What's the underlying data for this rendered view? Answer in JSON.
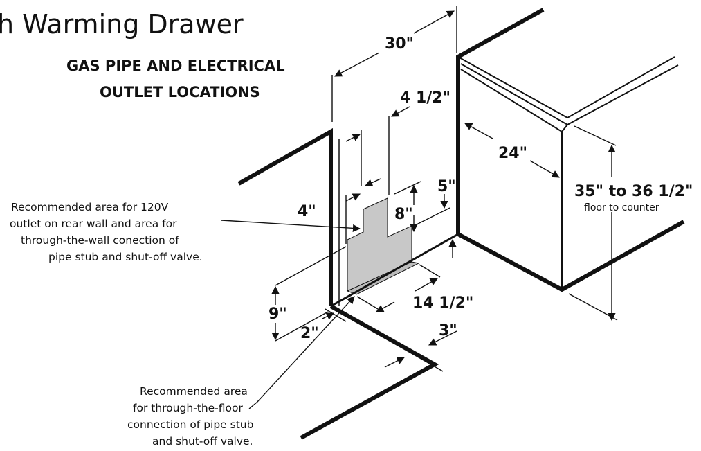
{
  "page": {
    "title": "h Warming Drawer",
    "subtitle_line1": "GAS PIPE AND ELECTRICAL",
    "subtitle_line2": "OUTLET LOCATIONS"
  },
  "dimensions": {
    "width": "30\"",
    "outlet_width": "4 1/2\"",
    "depth": "24\"",
    "height": "35\" to 36 1/2\"",
    "height_note": "floor to counter",
    "offset_top": "5\"",
    "offset_left": "4\"",
    "outlet_height": "8\"",
    "floor_area_length": "14 1/2\"",
    "wall_height": "9\"",
    "wall_gap": "2\"",
    "floor_depth": "3\""
  },
  "notes": {
    "wall_area": [
      "Recommended area for 120V",
      "outlet on rear wall and area for",
      "through-the-wall conection of",
      "pipe stub and shut-off valve."
    ],
    "floor_area": [
      "Recommended area",
      "for through-the-floor",
      "connection of pipe stub",
      "and shut-off valve."
    ]
  },
  "colors": {
    "line": "#111111",
    "shaded_area": "#c8c8c8",
    "background": "#ffffff"
  }
}
